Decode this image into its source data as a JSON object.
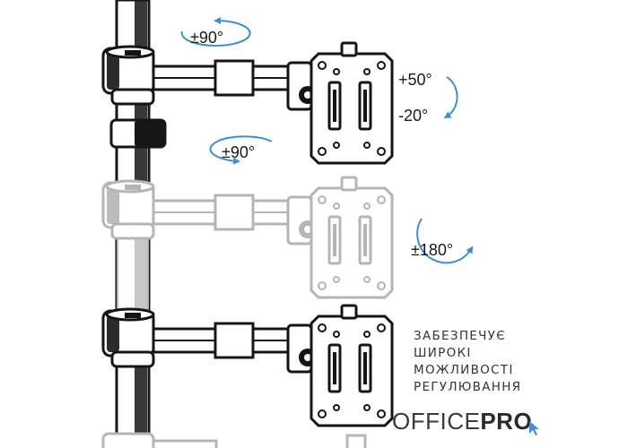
{
  "rotation_labels": {
    "swivel_top": "±90°",
    "swivel_mid": "±90°",
    "tilt_up": "+50°",
    "tilt_down": "-20°",
    "rotate": "±180°"
  },
  "description": {
    "lines": [
      "Забезпечує",
      "широкі",
      "можливості",
      "регулювання"
    ]
  },
  "logo": {
    "part1": "OFFICE",
    "part2": "PRO"
  },
  "colors": {
    "accent": "#3b8fd6",
    "metal": "#151515",
    "ghost": "#b5b5b5",
    "text": "#1a1a1a"
  }
}
